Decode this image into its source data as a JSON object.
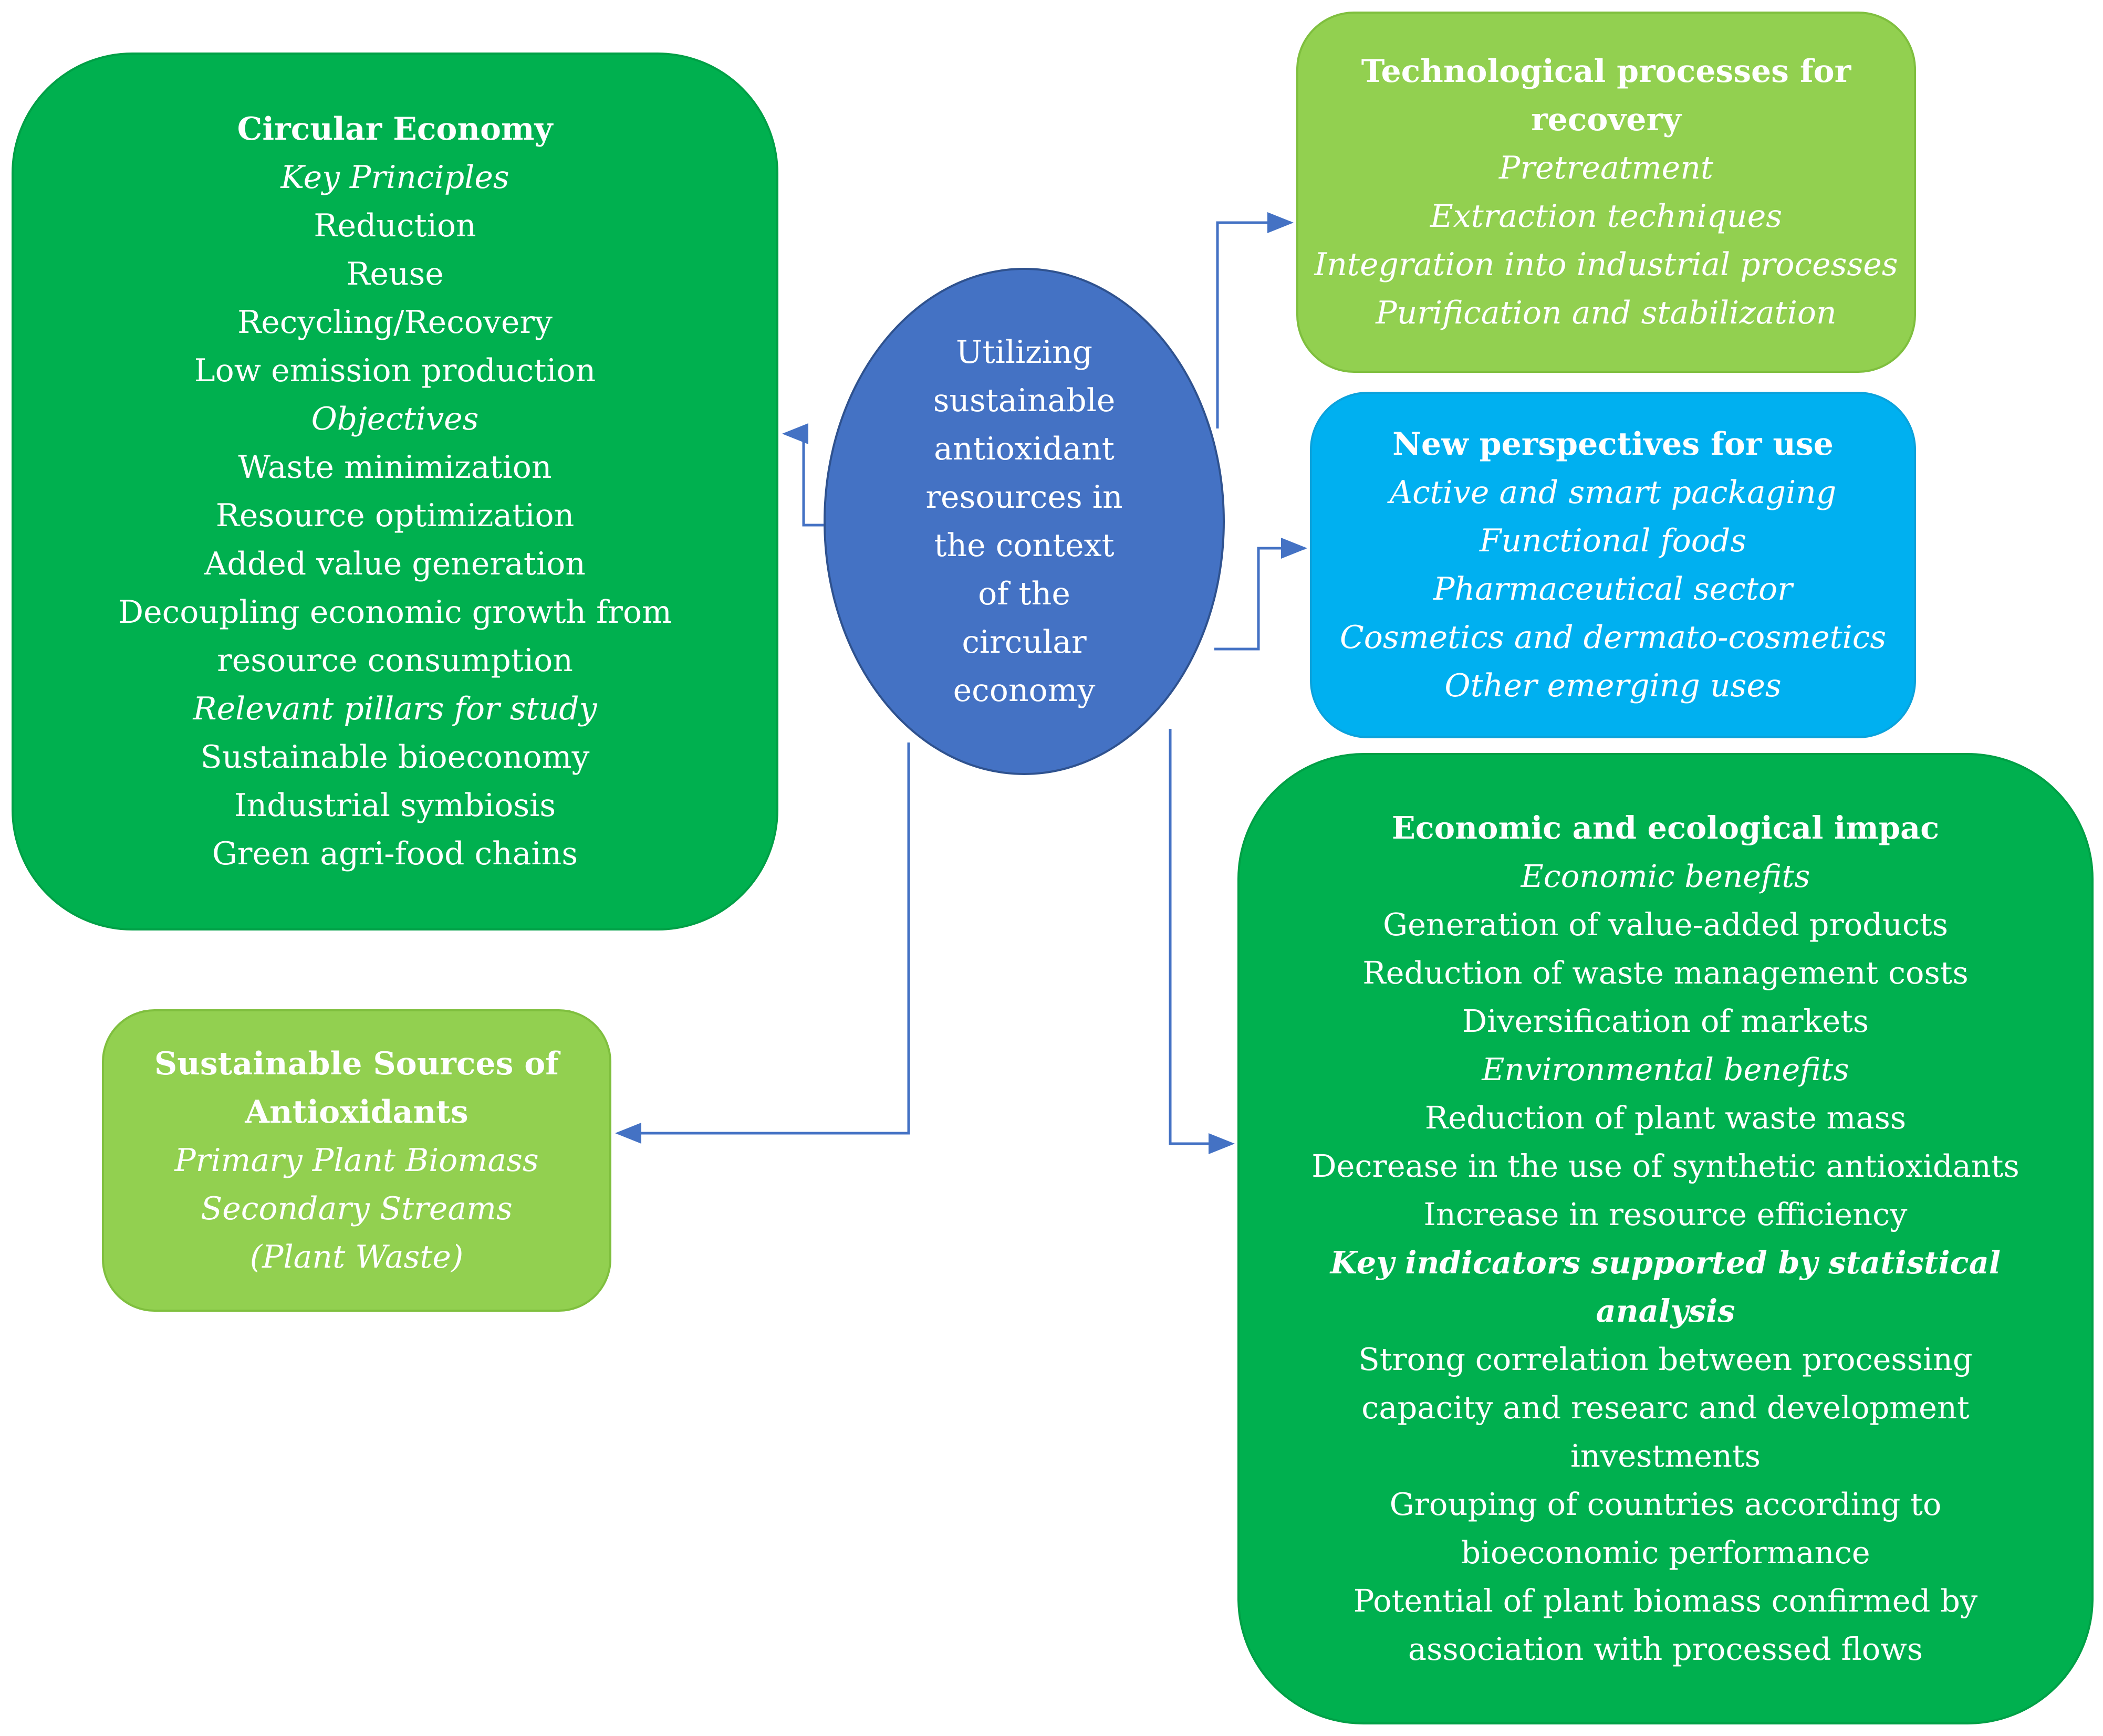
{
  "center": {
    "text": "Utilizing sustainable antioxidant resources in the context of the circular economy"
  },
  "circular_economy": {
    "title": "Circular Economy",
    "key_principles_label": "Key Principles",
    "key_principles": [
      "Reduction",
      "Reuse",
      "Recycling/Recovery",
      "Low emission production"
    ],
    "objectives_label": "Objectives",
    "objectives": [
      "Waste minimization",
      "Resource optimization",
      "Added value generation",
      "Decoupling economic growth from resource consumption"
    ],
    "pillars_label": "Relevant pillars for study",
    "pillars": [
      "Sustainable bioeconomy",
      "Industrial symbiosis",
      "Green agri-food chains"
    ]
  },
  "technological": {
    "title": "Technological processes for recovery",
    "items": [
      "Pretreatment",
      "Extraction techniques",
      "Integration into industrial processes",
      "Purification and stabilization"
    ]
  },
  "new_perspectives": {
    "title": "New perspectives for use",
    "items": [
      "Active and smart packaging",
      "Functional foods",
      "Pharmaceutical sector",
      "Cosmetics and dermato-cosmetics",
      "Other emerging uses"
    ]
  },
  "impact": {
    "title": "Economic and ecological impac",
    "economic_label": "Economic benefits",
    "economic": [
      "Generation of value-added products",
      "Reduction of waste management costs",
      "Diversification of markets"
    ],
    "environmental_label": "Environmental benefits",
    "environmental": [
      "Reduction of plant waste mass",
      "Decrease in the use of synthetic antioxidants",
      "Increase in resource efficiency"
    ],
    "indicators_label": "Key indicators supported by statistical analysis",
    "indicators": [
      "Strong correlation between processing capacity and researc and development investments",
      "Grouping of countries according to bioeconomic performance",
      "Potential of plant biomass confirmed by association with processed flows"
    ]
  },
  "sources": {
    "title": "Sustainable Sources of Antioxidants",
    "items": [
      "Primary Plant Biomass",
      "Secondary Streams (Plant Waste)"
    ]
  },
  "colors": {
    "dark_green": "#00b04f",
    "light_green": "#92d050",
    "cyan": "#00b0f0",
    "center_blue": "#4472c4",
    "arrow": "#4472c4"
  }
}
